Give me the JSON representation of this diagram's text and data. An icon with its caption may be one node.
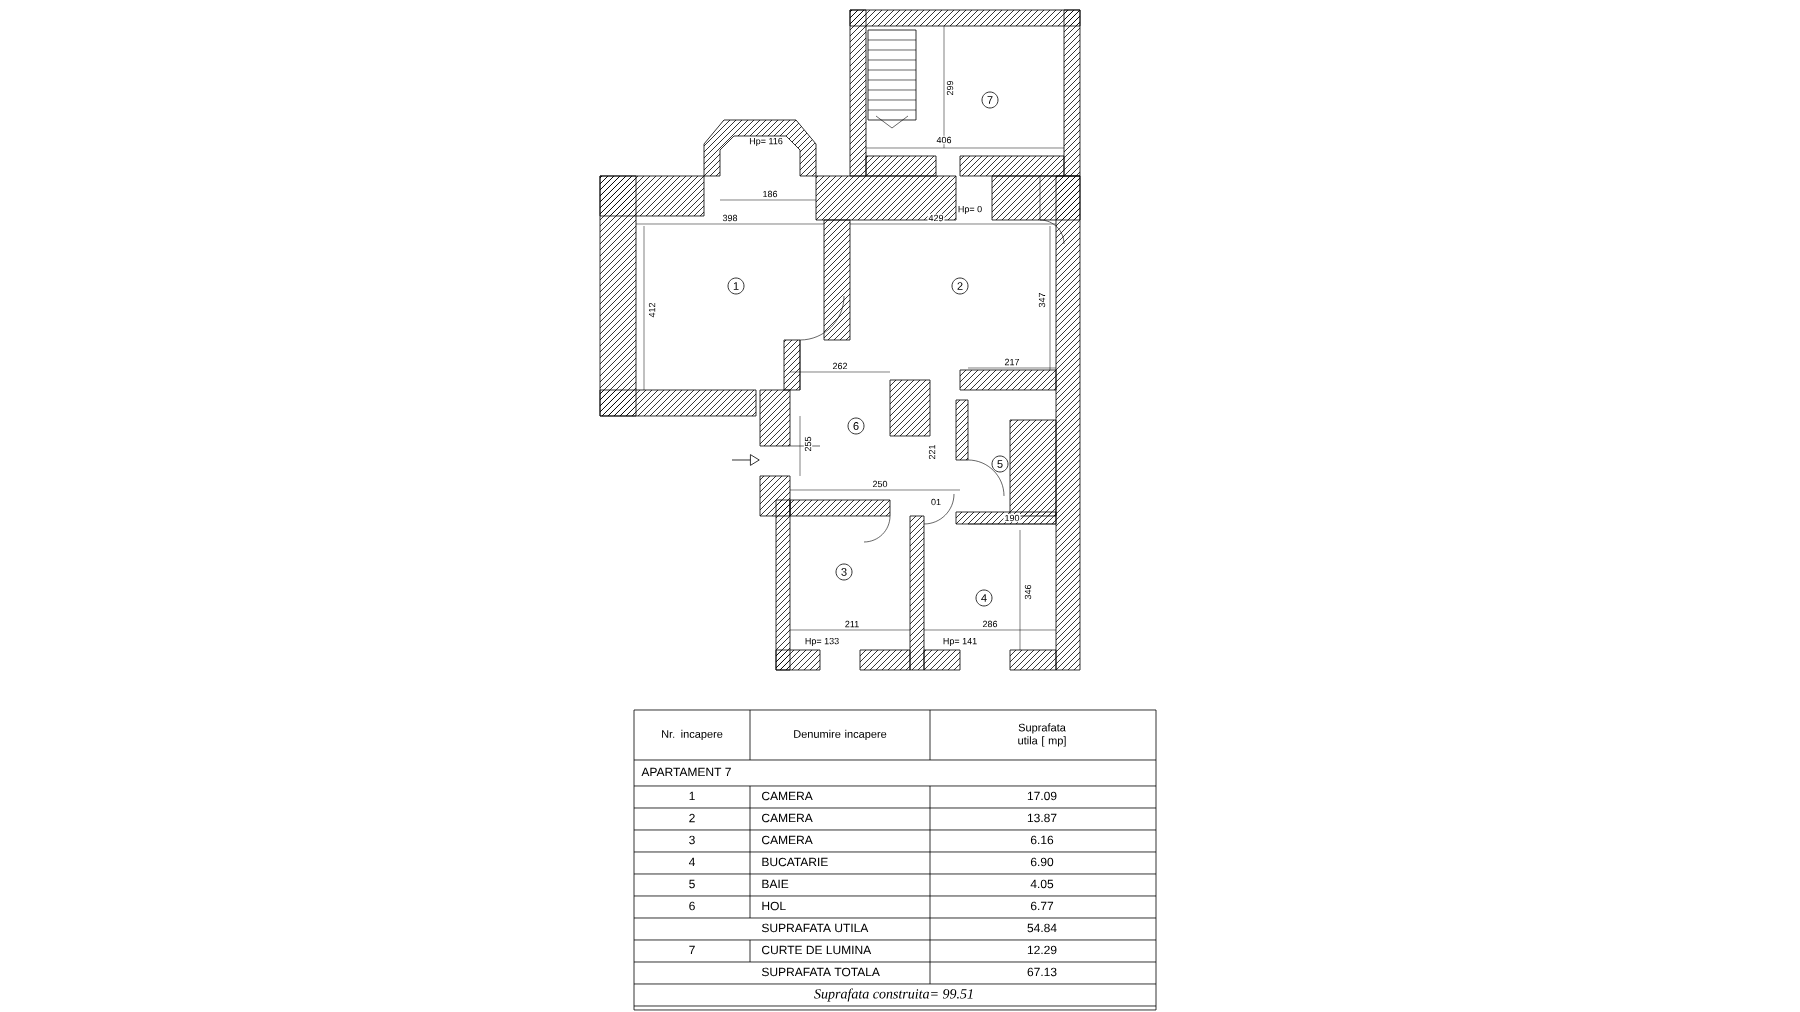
{
  "diagram": {
    "nodes": [
      {
        "text": [
          "7"
        ]
      },
      {
        "text": [
          "1"
        ]
      },
      {
        "text": [
          "2"
        ]
      },
      {
        "text": [
          "6"
        ]
      },
      {
        "text": [
          "5"
        ]
      },
      {
        "text": [
          "3"
        ]
      },
      {
        "text": [
          "4"
        ]
      }
    ],
    "labels": [
      "Hp= 116",
      "406",
      "299",
      "186",
      "398",
      "Hp= 0",
      "429",
      "412",
      "347",
      "262",
      "217",
      "255",
      "221",
      "250",
      "01",
      "190",
      "346",
      "211",
      "286",
      "Hp= 133",
      "Hp= 141",
      "Nr. incapere",
      "Denumire incapere",
      "Suprafata utila [ mp]",
      "APARTAMENT 7",
      "1",
      "CAMERA",
      "17.09",
      "2",
      "CAMERA",
      "13.87",
      "3",
      "CAMERA",
      "6.16",
      "4",
      "BUCATARIE",
      "6.90",
      "5",
      "BAIE",
      "4.05",
      "6",
      "HOL",
      "6.77",
      "SUPRAFATA UTILA",
      "54.84",
      "7",
      "CURTE  DE LUMINA",
      "12.29",
      "SUPRAFATA TOTALA",
      "67.13",
      "Suprafata construita= 99.51"
    ]
  }
}
